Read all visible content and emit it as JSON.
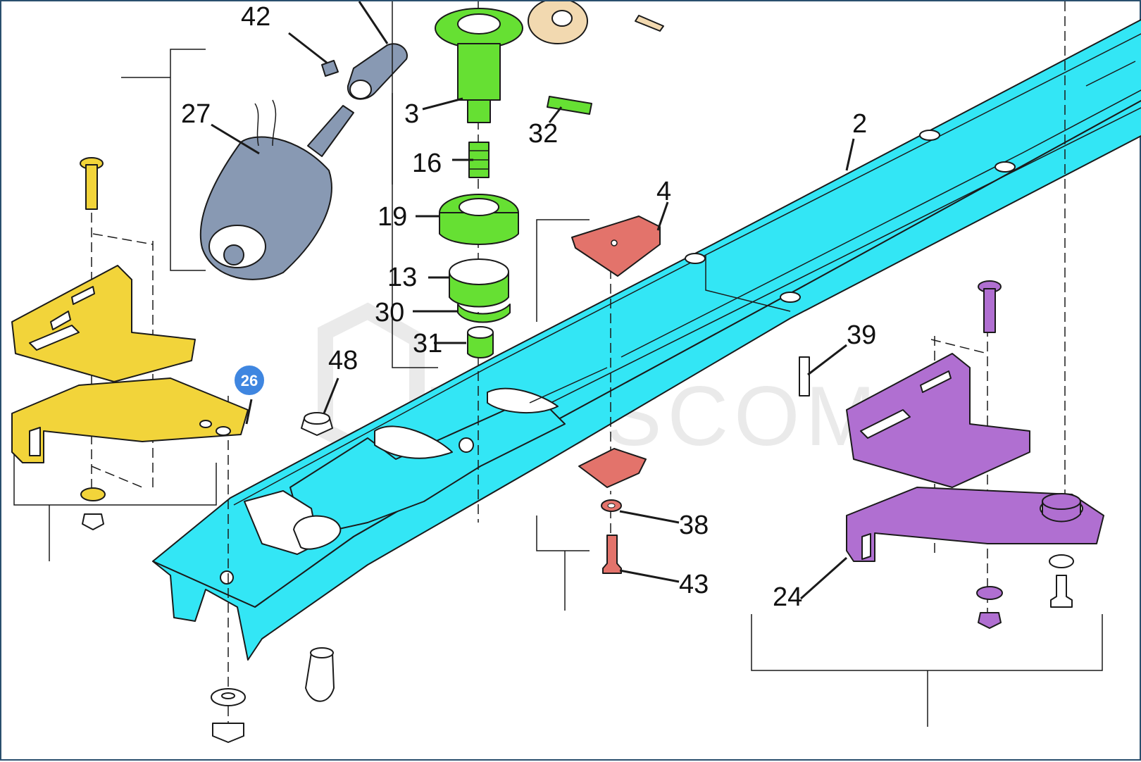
{
  "colors": {
    "rail": "#33e6f5",
    "motor_group": "#8899b3",
    "gear_group": "#66e033",
    "plate_group": "#e3736b",
    "left_bracket": "#f2d43a",
    "right_bracket": "#b06fd1",
    "badge": "#3f86e0",
    "watermark": "#d9d9d9"
  },
  "watermark": {
    "text": "PLUSCOM"
  },
  "badge": {
    "number": "26"
  },
  "callouts": {
    "c2": "2",
    "c3": "3",
    "c4": "4",
    "c13": "13",
    "c16": "16",
    "c19": "19",
    "c24": "24",
    "c27": "27",
    "c30": "30",
    "c31": "31",
    "c32": "32",
    "c38": "38",
    "c39": "39",
    "c42": "42",
    "c43": "43",
    "c48": "48"
  },
  "icons": [
    "motor-icon",
    "gear-icon",
    "bracket-icon",
    "bolt-icon",
    "nut-icon",
    "washer-icon",
    "rail-icon"
  ]
}
